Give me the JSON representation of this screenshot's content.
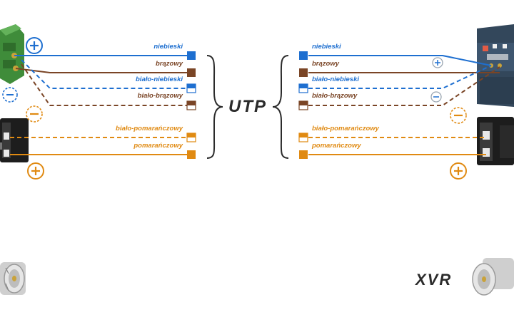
{
  "colors": {
    "blue": "#1e6fd0",
    "brown": "#7a4526",
    "orange": "#e08a12",
    "text_dark": "#2b2b2b",
    "symbol_gray": "#9aa5b0",
    "terminal_green": "#3f8c3a"
  },
  "labels": {
    "utp": "UTP",
    "xvr": "XVR"
  },
  "wires": [
    {
      "name": "niebieski",
      "color": "#1e6fd0",
      "striped": false
    },
    {
      "name": "brązowy",
      "color": "#7a4526",
      "striped": false
    },
    {
      "name": "biało-niebieski",
      "color": "#1e6fd0",
      "striped": true
    },
    {
      "name": "biało-brązowy",
      "color": "#7a4526",
      "striped": true
    },
    {
      "name": "biało-pomarańczowy",
      "color": "#e08a12",
      "striped": true
    },
    {
      "name": "pomarańczowy",
      "color": "#e08a12",
      "striped": false
    }
  ],
  "symbols": {
    "plus": "+",
    "minus": "−"
  },
  "icons": [
    "terminal-block-icon",
    "balun-icon",
    "bnc-connector-icon",
    "power-adapter-icon"
  ]
}
